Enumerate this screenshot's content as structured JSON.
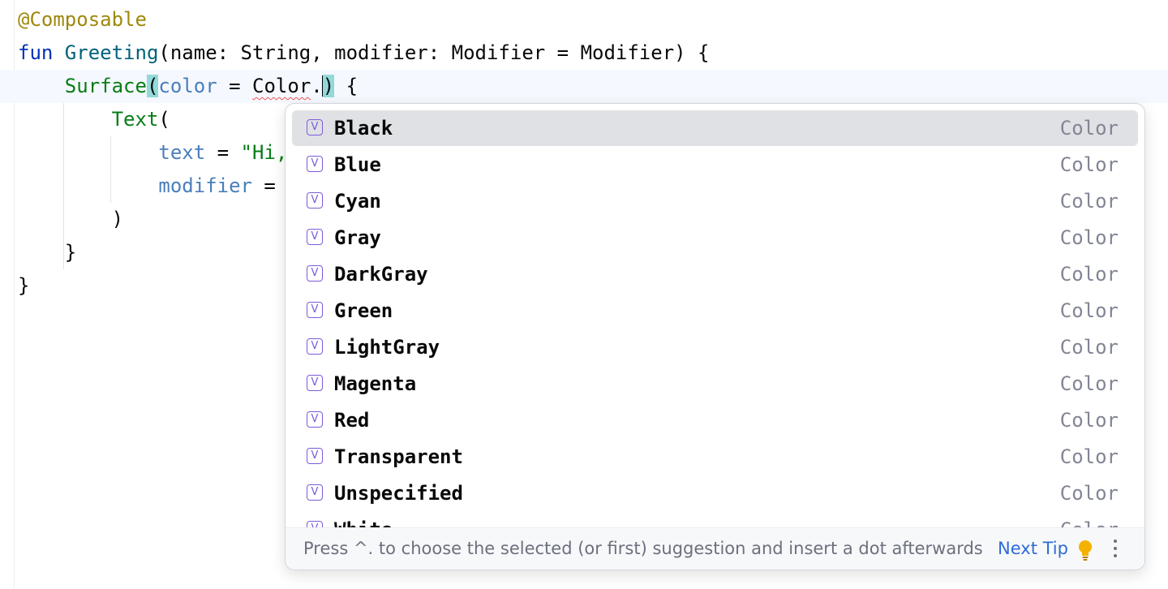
{
  "editor": {
    "lines": [
      {
        "parts": [
          {
            "text": "@Composable",
            "cls": "ann"
          }
        ]
      },
      {
        "parts": [
          {
            "text": "fun ",
            "cls": "kw"
          },
          {
            "text": "Greeting",
            "cls": "fn"
          },
          {
            "text": "(name: String, modifier: Modifier = Modifier) {",
            "cls": ""
          }
        ]
      },
      {
        "parts": [
          {
            "text": "    ",
            "cls": ""
          },
          {
            "text": "Surface",
            "cls": "call"
          },
          {
            "text": "(",
            "cls": "brace-match"
          },
          {
            "text": "color",
            "cls": "param"
          },
          {
            "text": " = ",
            "cls": ""
          },
          {
            "text": "Color",
            "cls": "squiggle"
          },
          {
            "text": ".",
            "cls": ""
          },
          {
            "caret": true
          },
          {
            "text": ")",
            "cls": "brace-match"
          },
          {
            "text": " {",
            "cls": ""
          }
        ]
      },
      {
        "parts": [
          {
            "text": "        ",
            "cls": ""
          },
          {
            "text": "Text",
            "cls": "call"
          },
          {
            "text": "(",
            "cls": ""
          }
        ]
      },
      {
        "parts": [
          {
            "text": "            ",
            "cls": ""
          },
          {
            "text": "text",
            "cls": "param"
          },
          {
            "text": " = ",
            "cls": ""
          },
          {
            "text": "\"Hi, ",
            "cls": "str"
          }
        ]
      },
      {
        "parts": [
          {
            "text": "            ",
            "cls": ""
          },
          {
            "text": "modifier",
            "cls": "param"
          },
          {
            "text": " = ",
            "cls": ""
          }
        ]
      },
      {
        "parts": [
          {
            "text": "        )",
            "cls": ""
          }
        ]
      },
      {
        "parts": [
          {
            "text": "    }",
            "cls": ""
          }
        ]
      },
      {
        "parts": [
          {
            "text": "}",
            "cls": ""
          }
        ]
      }
    ]
  },
  "completion": {
    "icon_label": "V",
    "icon": "variable-icon",
    "items": [
      {
        "name": "Black",
        "type": "Color",
        "selected": true
      },
      {
        "name": "Blue",
        "type": "Color"
      },
      {
        "name": "Cyan",
        "type": "Color"
      },
      {
        "name": "Gray",
        "type": "Color"
      },
      {
        "name": "DarkGray",
        "type": "Color"
      },
      {
        "name": "Green",
        "type": "Color"
      },
      {
        "name": "LightGray",
        "type": "Color"
      },
      {
        "name": "Magenta",
        "type": "Color"
      },
      {
        "name": "Red",
        "type": "Color"
      },
      {
        "name": "Transparent",
        "type": "Color"
      },
      {
        "name": "Unspecified",
        "type": "Color"
      },
      {
        "name": "White",
        "type": "Color"
      }
    ],
    "footer": {
      "hint": "Press ^. to choose the selected (or first) suggestion and insert a dot afterwards",
      "next_tip": "Next Tip"
    }
  },
  "colors": {
    "selection": "#dfe1e5",
    "accent_link": "#2f6bd6",
    "icon_purple": "#7d5bd9",
    "bulb": "#f5b100"
  }
}
